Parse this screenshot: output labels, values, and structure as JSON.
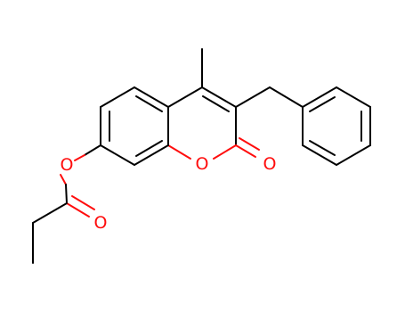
{
  "atoms": [
    {
      "id": "o_ring",
      "label": "O",
      "color": "#ff0d0d"
    },
    {
      "id": "o_carbonyl",
      "label": "O",
      "color": "#ff0d0d"
    },
    {
      "id": "o_ester",
      "label": "O",
      "color": "#ff0d0d"
    },
    {
      "id": "o_ester_carbonyl",
      "label": "O",
      "color": "#ff0d0d"
    }
  ]
}
